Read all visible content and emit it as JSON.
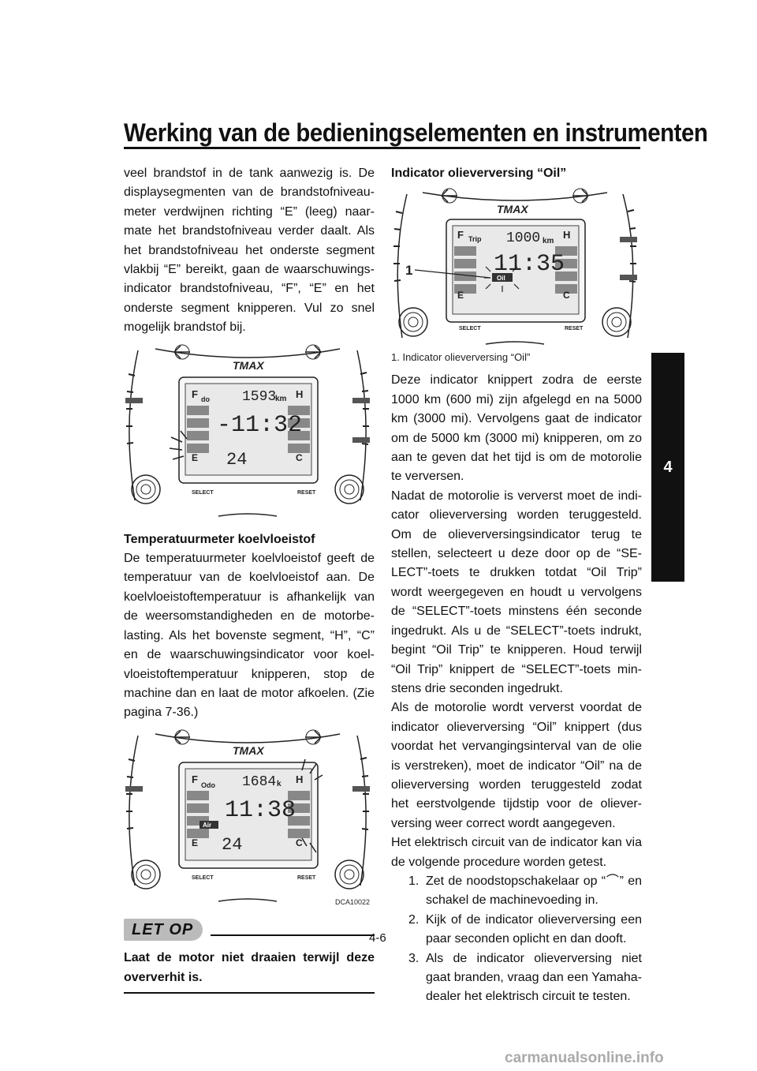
{
  "header": {
    "title": "Werking van de bedieningselementen en instrumenten"
  },
  "chapter_tab": "4",
  "left_column": {
    "intro_paragraph": "veel brandstof in de tank aanwezig is. De displaysegmenten van de brandstofniveau­meter verdwijnen richting “E” (leeg) naar­mate het brandstofniveau verder daalt. Als het brandstofniveau het onderste segment vlakbij “E” bereikt, gaan de waarschuwings­indicator brandstofniveau, “F”, “E” en het onderste segment knipperen. Vul zo snel mogelijk brandstof bij.",
    "figure1": {
      "odo_label": "do",
      "odo_value": "1593",
      "unit": "km",
      "time": "-11:32",
      "temp": "24",
      "F": "F",
      "H": "H",
      "E": "E",
      "C": "C",
      "select": "SELECT",
      "reset": "RESET"
    },
    "section_heading": "Temperatuurmeter koelvloeistof",
    "section_paragraph": "De temperatuurmeter koelvloeistof geeft de temperatuur van de koelvloeistof aan. De koelvloeistoftemperatuur is afhankelijk van de weersomstandigheden en de motorbe­lasting. Als het bovenste segment, “H”, “C” en de waarschuwingsindicator voor koel­vloeistoftemperatuur knipperen, stop de machine dan en laat de motor afkoelen. (Zie pagina 7-36.)",
    "figure2": {
      "odo_label": "Odo",
      "odo_value": "1684",
      "unit": "k",
      "time": "11:38",
      "temp": "24",
      "air": "Air",
      "F": "F",
      "H": "H",
      "E": "E",
      "C": "C",
      "select": "SELECT",
      "reset": "RESET"
    },
    "caution": {
      "badge": "LET OP",
      "code": "DCA10022",
      "text": "Laat de motor niet draaien terwijl deze oververhit is."
    }
  },
  "right_column": {
    "section_heading": "Indicator olieverversing “Oil”",
    "figure3": {
      "callout": "1",
      "trip_label": "Trip",
      "trip_value": "1000",
      "unit": "km",
      "time": "11:35",
      "oil": "Oil",
      "F": "F",
      "H": "H",
      "E": "E",
      "C": "C",
      "select": "SELECT",
      "reset": "RESET"
    },
    "caption": "1. Indicator olieverversing “Oil”",
    "paragraphs": [
      "Deze indicator knippert zodra de eerste 1000 km (600 mi) zijn afgelegd en na 5000 km (3000 mi). Vervolgens gaat de indicator om de 5000 km (3000 mi) knipperen, om zo aan te geven dat het tijd is om de motorolie te verversen.",
      "Nadat de motorolie is ververst moet de indi­cator olieverversing worden teruggesteld. Om de olieverversingsindicator terug te stellen, selecteert u deze door op de “SE­LECT”-toets te drukken totdat “Oil Trip” wordt weergegeven en houdt u vervolgens de “SELECT”-toets minstens één seconde ingedrukt. Als u de “SELECT”-toets indrukt, begint “Oil Trip” te knipperen. Houd terwijl “Oil Trip” knippert de “SELECT”-toets min­stens drie seconden ingedrukt.",
      "Als de motorolie wordt ververst voordat de indicator olieverversing “Oil” knippert (dus voordat het vervangingsinterval van de olie is verstreken), moet de indicator “Oil” na de olieverversing worden teruggesteld zodat het eerstvolgende tijdstip voor de oliever­versing weer correct wordt aangegeven.",
      "Het elektrisch circuit van de indicator kan via de volgende procedure worden getest."
    ],
    "steps": [
      {
        "num": "1.",
        "text": "Zet de noodstopschakelaar op “⌒” en schakel de machinevoeding in."
      },
      {
        "num": "2.",
        "text": "Kijk of de indicator olieverversing een paar seconden oplicht en dan dooft."
      },
      {
        "num": "3.",
        "text": "Als de indicator olieverversing niet gaat branden, vraag dan een Yamaha-dealer het elektrisch circuit te testen."
      }
    ]
  },
  "page_number": "4-6",
  "watermark": "carmanualsonline.info"
}
